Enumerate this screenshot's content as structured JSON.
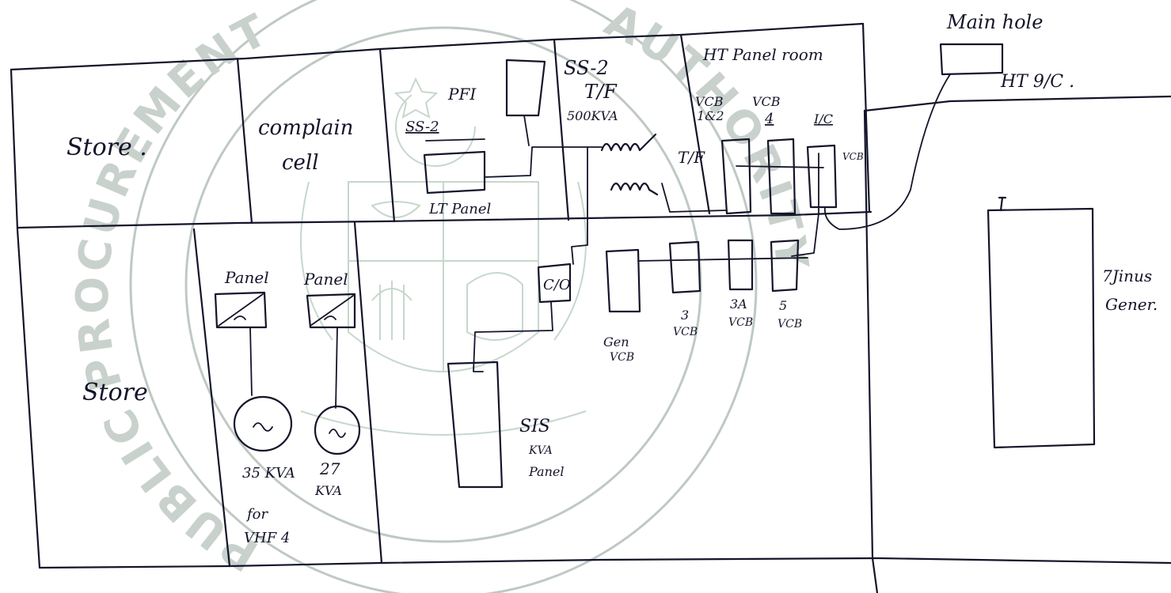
{
  "watermark": {
    "left_arc": "PUBLIC PROCUREMENT",
    "right_arc": "AUTHORITY"
  },
  "rooms": {
    "store_top": "Store .",
    "complain_cell": [
      "complain",
      "cell"
    ],
    "ss2_room_label": "SS-2",
    "ss2_tf": [
      "SS-2",
      "T/F"
    ],
    "ht_panel_room": "HT Panel room",
    "store_bottom": "Store",
    "generator_room": [
      "7Jinus",
      "Gener."
    ],
    "main_hole": "Main hole",
    "ht_oc": "HT 9/C ."
  },
  "equipment": {
    "pfi_panel": "PFI",
    "lt_panel": "LT Panel",
    "tf_rating": "500KVA",
    "vcb_12": [
      "VCB",
      "1&2"
    ],
    "vcb_4": [
      "VCB",
      "4"
    ],
    "ic_vcb": [
      "I/C",
      "VCB"
    ],
    "tf_mark": "T/F",
    "co_switch": "C/O",
    "panel_1": "Panel",
    "panel_2": "Panel",
    "gen_1": [
      "35 KVA",
      "for",
      "VHF 4"
    ],
    "gen_2": [
      "27",
      "KVA"
    ],
    "gen_vcb": [
      "Gen",
      "VCB"
    ],
    "vcb_3": [
      "3",
      "VCB"
    ],
    "vcb_3a": [
      "3A",
      "VCB"
    ],
    "vcb_5": [
      "5",
      "VCB"
    ],
    "sis_panel": [
      "SIS",
      "KVA",
      "Panel"
    ]
  }
}
